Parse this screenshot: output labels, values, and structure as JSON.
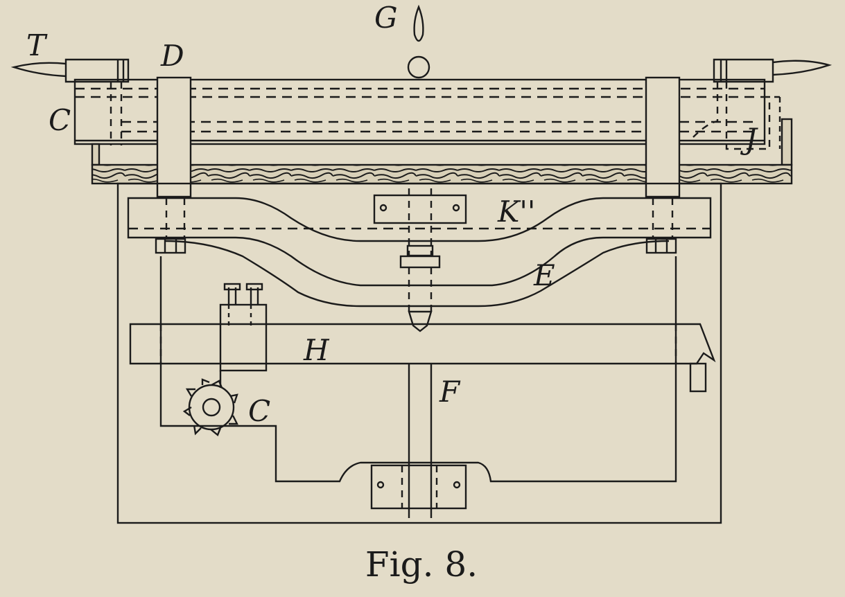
{
  "caption": "Fig. 8.",
  "colors": {
    "paper": "#e3dcc8",
    "ink": "#1b1b1b"
  },
  "labels": {
    "top_center": "G",
    "top_left": "T",
    "upper_left": "D",
    "left_side": "C",
    "right_side": "J",
    "upper_right": "K''",
    "middle_right": "E",
    "middle_left": "H",
    "lower_left": "C",
    "lower_center": "F"
  }
}
